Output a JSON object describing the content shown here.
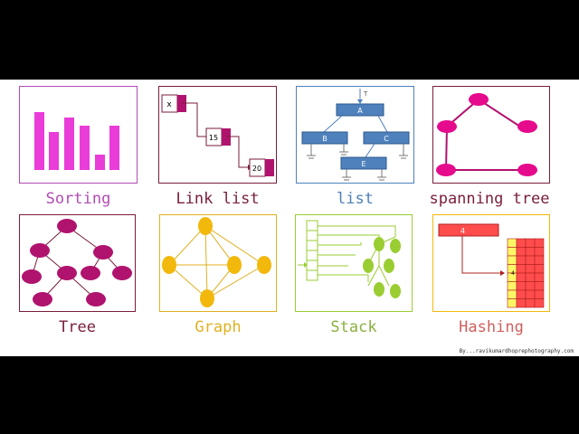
{
  "colors": {
    "sorting": "#e93cd8",
    "magenta": "#b0136e",
    "blue": "#4f81bd",
    "gold": "#f2b80c",
    "green": "#9acd32",
    "red": "#ff4c4c",
    "caption_sorting": "#b24bb5",
    "caption_linklist": "#7a1d3b",
    "caption_list": "#4f7fb8",
    "caption_spanning": "#7a1d3b",
    "caption_tree": "#7a1d3b",
    "caption_graph": "#e0b020",
    "caption_stack": "#8cb040",
    "caption_hashing": "#d06060"
  },
  "captions": {
    "sorting": "Sorting",
    "linklist": "Link list",
    "list": "list",
    "spanning": "spanning tree",
    "tree": "Tree",
    "graph": "Graph",
    "stack": "Stack",
    "hashing": "Hashing"
  },
  "linklist": {
    "node1": "x",
    "node2": "15",
    "node3": "20"
  },
  "list": {
    "top": "T",
    "a": "A",
    "b": "B",
    "c": "C",
    "e": "E"
  },
  "hashing": {
    "key": "4",
    "bucket": "4"
  },
  "credit": "By...ravikumardhoprephotography.com"
}
